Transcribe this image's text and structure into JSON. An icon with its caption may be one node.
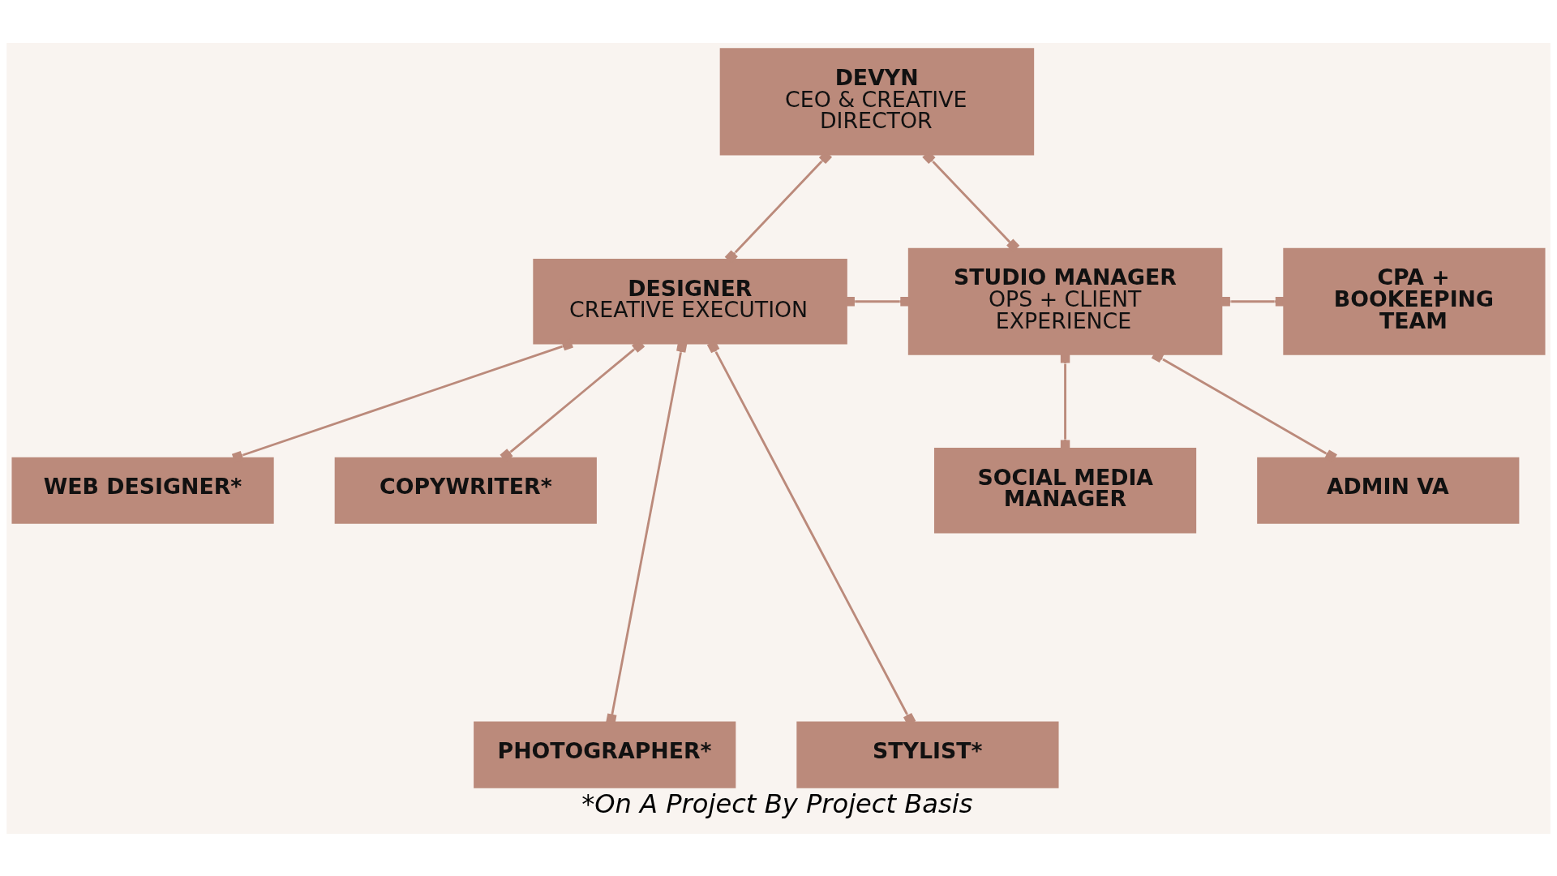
{
  "diagram": {
    "caption": "*On A Project By Project Basis",
    "nodes": [
      {
        "text": [
          "DEVYN",
          "CEO & CREATIVE DIRECTOR"
        ]
      },
      {
        "text": [
          "DESIGNER",
          "CREATIVE EXECUTION"
        ]
      },
      {
        "text": [
          "STUDIO MANAGER",
          "OPS + CLIENT EXPERIENCE"
        ]
      },
      {
        "text": [
          "CPA + BOOKEEPING TEAM"
        ]
      },
      {
        "text": [
          "WEB DESIGNER*"
        ]
      },
      {
        "text": [
          "COPYWRITER*"
        ]
      },
      {
        "text": [
          "SOCIAL MEDIA MANAGER"
        ]
      },
      {
        "text": [
          "ADMIN VA"
        ]
      },
      {
        "text": [
          "PHOTOGRAPHER*"
        ]
      },
      {
        "text": [
          "STYLIST*"
        ]
      }
    ],
    "edges": [
      {
        "from": 0,
        "to": 1,
        "arrow": "other"
      },
      {
        "from": 0,
        "to": 2,
        "arrow": "other"
      },
      {
        "from": 1,
        "to": 2,
        "arrow": "other"
      },
      {
        "from": 2,
        "to": 3,
        "arrow": "other"
      },
      {
        "from": 1,
        "to": 4,
        "arrow": "other"
      },
      {
        "from": 1,
        "to": 8,
        "arrow": "other"
      },
      {
        "from": 1,
        "to": 9,
        "arrow": "other"
      },
      {
        "from": 1,
        "to": 5,
        "arrow": "other"
      },
      {
        "from": 2,
        "to": 6,
        "arrow": "other"
      },
      {
        "from": 2,
        "to": 7,
        "arrow": "other"
      }
    ]
  }
}
